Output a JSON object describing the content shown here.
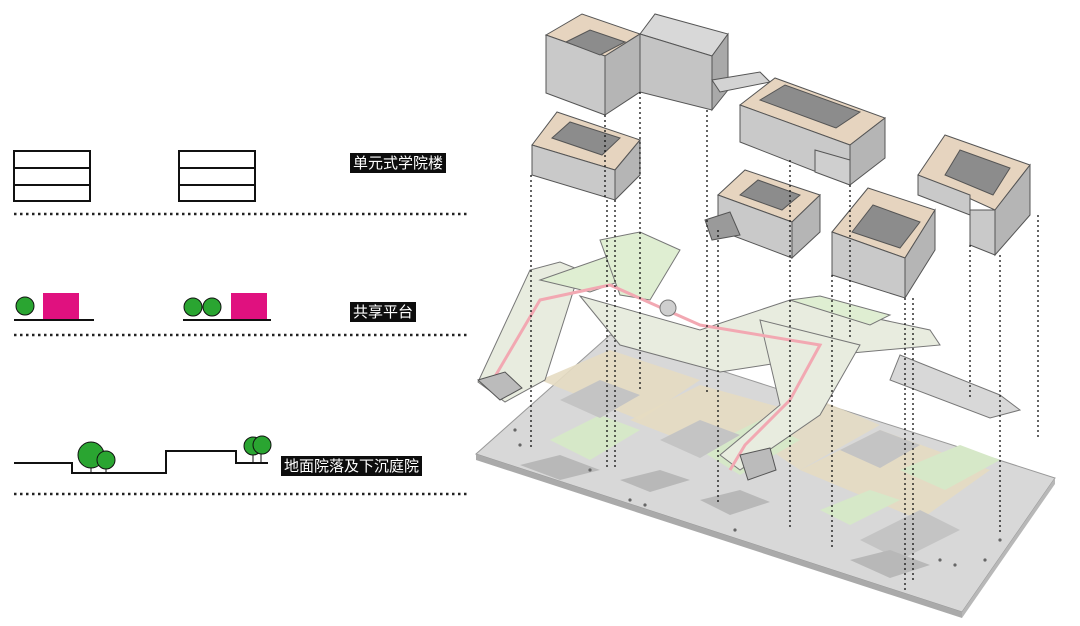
{
  "legend": {
    "layers": [
      {
        "label": "单元式学院楼"
      },
      {
        "label": "共享平台"
      },
      {
        "label": "地面院落及下沉庭院"
      }
    ]
  },
  "colors": {
    "tree_green": "#2aa531",
    "platform_magenta": "#e0117f",
    "line_black": "#111111",
    "building_gray": "#c9c9c9",
    "roof_beige": "#e6d4bf",
    "ground_gray": "#d9d9d9",
    "ground_beige": "#e6dcc2",
    "ground_green": "#d6e8c8",
    "walkway_pink": "#f2a8b2",
    "platform_green": "#dfeed2"
  }
}
